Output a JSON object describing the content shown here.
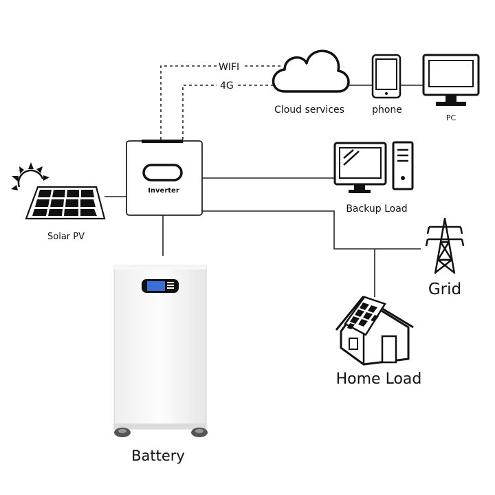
{
  "nodes": {
    "inverter": {
      "label": "Inverter"
    },
    "solar": {
      "label": "Solar PV"
    },
    "battery": {
      "label": "Battery"
    },
    "cloud": {
      "label": "Cloud services"
    },
    "phone": {
      "label": "phone"
    },
    "pc": {
      "label": "PC"
    },
    "backup": {
      "label": "Backup Load"
    },
    "grid": {
      "label": "Grid"
    },
    "home": {
      "label": "Home Load"
    }
  },
  "links": {
    "wifi": {
      "label": "WIFI"
    },
    "fourg": {
      "label": "4G"
    }
  }
}
